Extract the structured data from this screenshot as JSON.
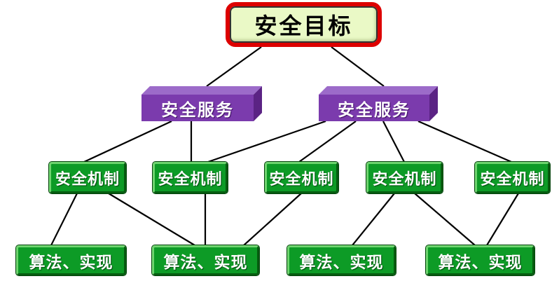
{
  "diagram": {
    "root": {
      "id": "goal",
      "label": "安全目标"
    },
    "services": [
      {
        "id": "svc1",
        "label": "安全服务"
      },
      {
        "id": "svc2",
        "label": "安全服务"
      }
    ],
    "mechanisms": [
      {
        "id": "mech1",
        "label": "安全机制"
      },
      {
        "id": "mech2",
        "label": "安全机制"
      },
      {
        "id": "mech3",
        "label": "安全机制"
      },
      {
        "id": "mech4",
        "label": "安全机制"
      },
      {
        "id": "mech5",
        "label": "安全机制"
      }
    ],
    "implementations": [
      {
        "id": "impl1",
        "label": "算法、实现"
      },
      {
        "id": "impl2",
        "label": "算法、实现"
      },
      {
        "id": "impl3",
        "label": "算法、实现"
      },
      {
        "id": "impl4",
        "label": "算法、实现"
      }
    ],
    "edges": [
      {
        "from": "goal",
        "to": "svc1"
      },
      {
        "from": "goal",
        "to": "svc2"
      },
      {
        "from": "svc1",
        "to": "mech1"
      },
      {
        "from": "svc1",
        "to": "mech2"
      },
      {
        "from": "svc2",
        "to": "mech2"
      },
      {
        "from": "svc2",
        "to": "mech3"
      },
      {
        "from": "svc2",
        "to": "mech4"
      },
      {
        "from": "svc2",
        "to": "mech5"
      },
      {
        "from": "mech1",
        "to": "impl1"
      },
      {
        "from": "mech1",
        "to": "impl2"
      },
      {
        "from": "mech2",
        "to": "impl2"
      },
      {
        "from": "mech3",
        "to": "impl2"
      },
      {
        "from": "mech4",
        "to": "impl3"
      },
      {
        "from": "mech4",
        "to": "impl4"
      },
      {
        "from": "mech5",
        "to": "impl4"
      }
    ],
    "colors": {
      "background": "#FFFFFF",
      "goal_border": "#DD0000",
      "goal_fill": "#EAF9C6",
      "purple_front": "#7B3BAD",
      "purple_top": "#9C6BC9",
      "purple_side": "#5B2384",
      "green_fill": "#0D9B26",
      "green_bevel_light": "#6FD46F",
      "green_bevel_dark": "#065C10",
      "line": "#000000",
      "text_on_dark": "#FFFFFF",
      "text_on_light": "#000000"
    }
  }
}
